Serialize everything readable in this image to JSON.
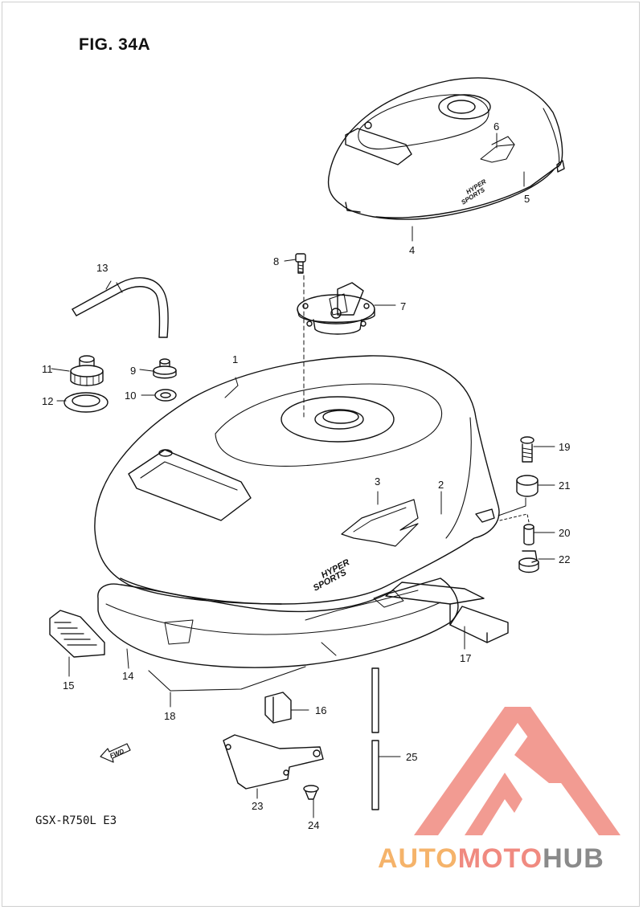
{
  "figure": {
    "title": "FIG. 34A",
    "model": "GSX-R750L  E3"
  },
  "tank_labels": {
    "hyper": "HYPER",
    "sports": "SPORTS",
    "fwd": "FWD"
  },
  "watermark": {
    "auto": "AUTO",
    "moto": "MOTO",
    "hub": "HUB",
    "color_red": "#f08a80",
    "color_orange": "#f5b36a",
    "color_gray": "#8a8a8a"
  },
  "callouts": [
    "1",
    "2",
    "3",
    "4",
    "5",
    "6",
    "7",
    "8",
    "9",
    "10",
    "11",
    "12",
    "13",
    "14",
    "15",
    "16",
    "17",
    "18",
    "19",
    "20",
    "21",
    "22",
    "23",
    "24",
    "25"
  ]
}
